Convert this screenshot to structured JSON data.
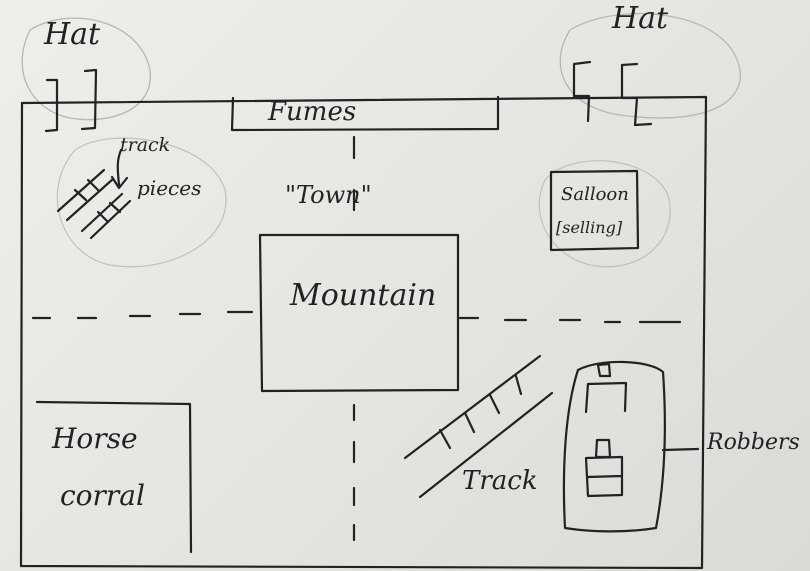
{
  "labels": {
    "hat_left": "Hat",
    "hat_right": "Hat",
    "fumes": "Fumes",
    "track_pieces_1": "track",
    "track_pieces_2": "pieces",
    "town": "\"Town\"",
    "saloon_1": "Salloon",
    "saloon_2": "[selling]",
    "mountain": "Mountain",
    "horse_1": "Horse",
    "horse_2": "corral",
    "track": "Track",
    "robbers": "Robbers"
  },
  "colors": {
    "ink": "#222222",
    "paper": "#e9e7e3"
  }
}
